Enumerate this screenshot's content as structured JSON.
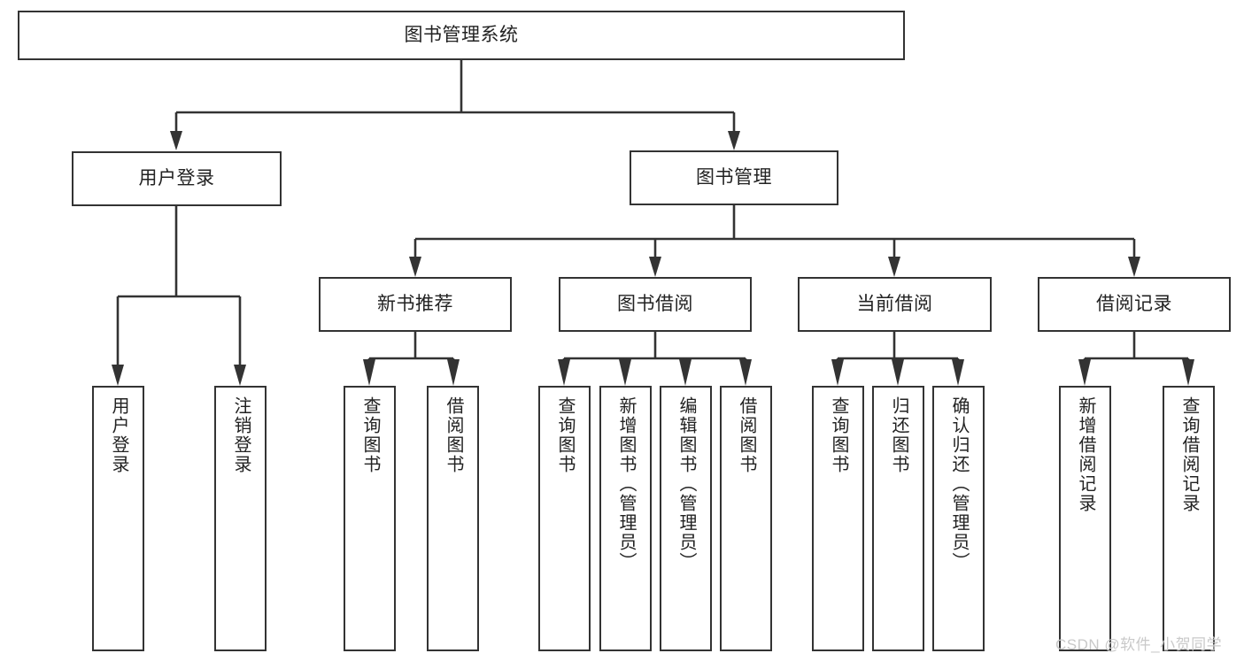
{
  "diagram": {
    "type": "tree-hierarchy",
    "root": {
      "id": "root",
      "label": "图书管理系统"
    },
    "level2": [
      {
        "id": "user-login",
        "label": "用户登录"
      },
      {
        "id": "book-manage",
        "label": "图书管理"
      }
    ],
    "level3": [
      {
        "id": "new-book-rec",
        "label": "新书推荐"
      },
      {
        "id": "book-borrow",
        "label": "图书借阅"
      },
      {
        "id": "current-borrow",
        "label": "当前借阅"
      },
      {
        "id": "borrow-record",
        "label": "借阅记录"
      }
    ],
    "leaves": {
      "user_login": [
        {
          "id": "leaf-user-login",
          "label": "用户登录"
        },
        {
          "id": "leaf-logout",
          "label": "注销登录"
        }
      ],
      "new_book_rec": [
        {
          "id": "leaf-query-book-1",
          "label": "查询图书"
        },
        {
          "id": "leaf-borrow-book-1",
          "label": "借阅图书"
        }
      ],
      "book_borrow": [
        {
          "id": "leaf-query-book-2",
          "label": "查询图书"
        },
        {
          "id": "leaf-add-book",
          "label": "新增图书（管理员）"
        },
        {
          "id": "leaf-edit-book",
          "label": "编辑图书（管理员）"
        },
        {
          "id": "leaf-borrow-book-2",
          "label": "借阅图书"
        }
      ],
      "current_borrow": [
        {
          "id": "leaf-query-book-3",
          "label": "查询图书"
        },
        {
          "id": "leaf-return-book",
          "label": "归还图书"
        },
        {
          "id": "leaf-confirm-return",
          "label": "确认归还（管理员）"
        }
      ],
      "borrow_record": [
        {
          "id": "leaf-add-record",
          "label": "新增借阅记录"
        },
        {
          "id": "leaf-query-record",
          "label": "查询借阅记录"
        }
      ]
    }
  },
  "watermark": {
    "text": "CSDN @软件_小贺同学"
  },
  "colors": {
    "stroke": "#333333",
    "background": "#ffffff",
    "text": "#222222",
    "watermark": "#c9c9c9"
  }
}
